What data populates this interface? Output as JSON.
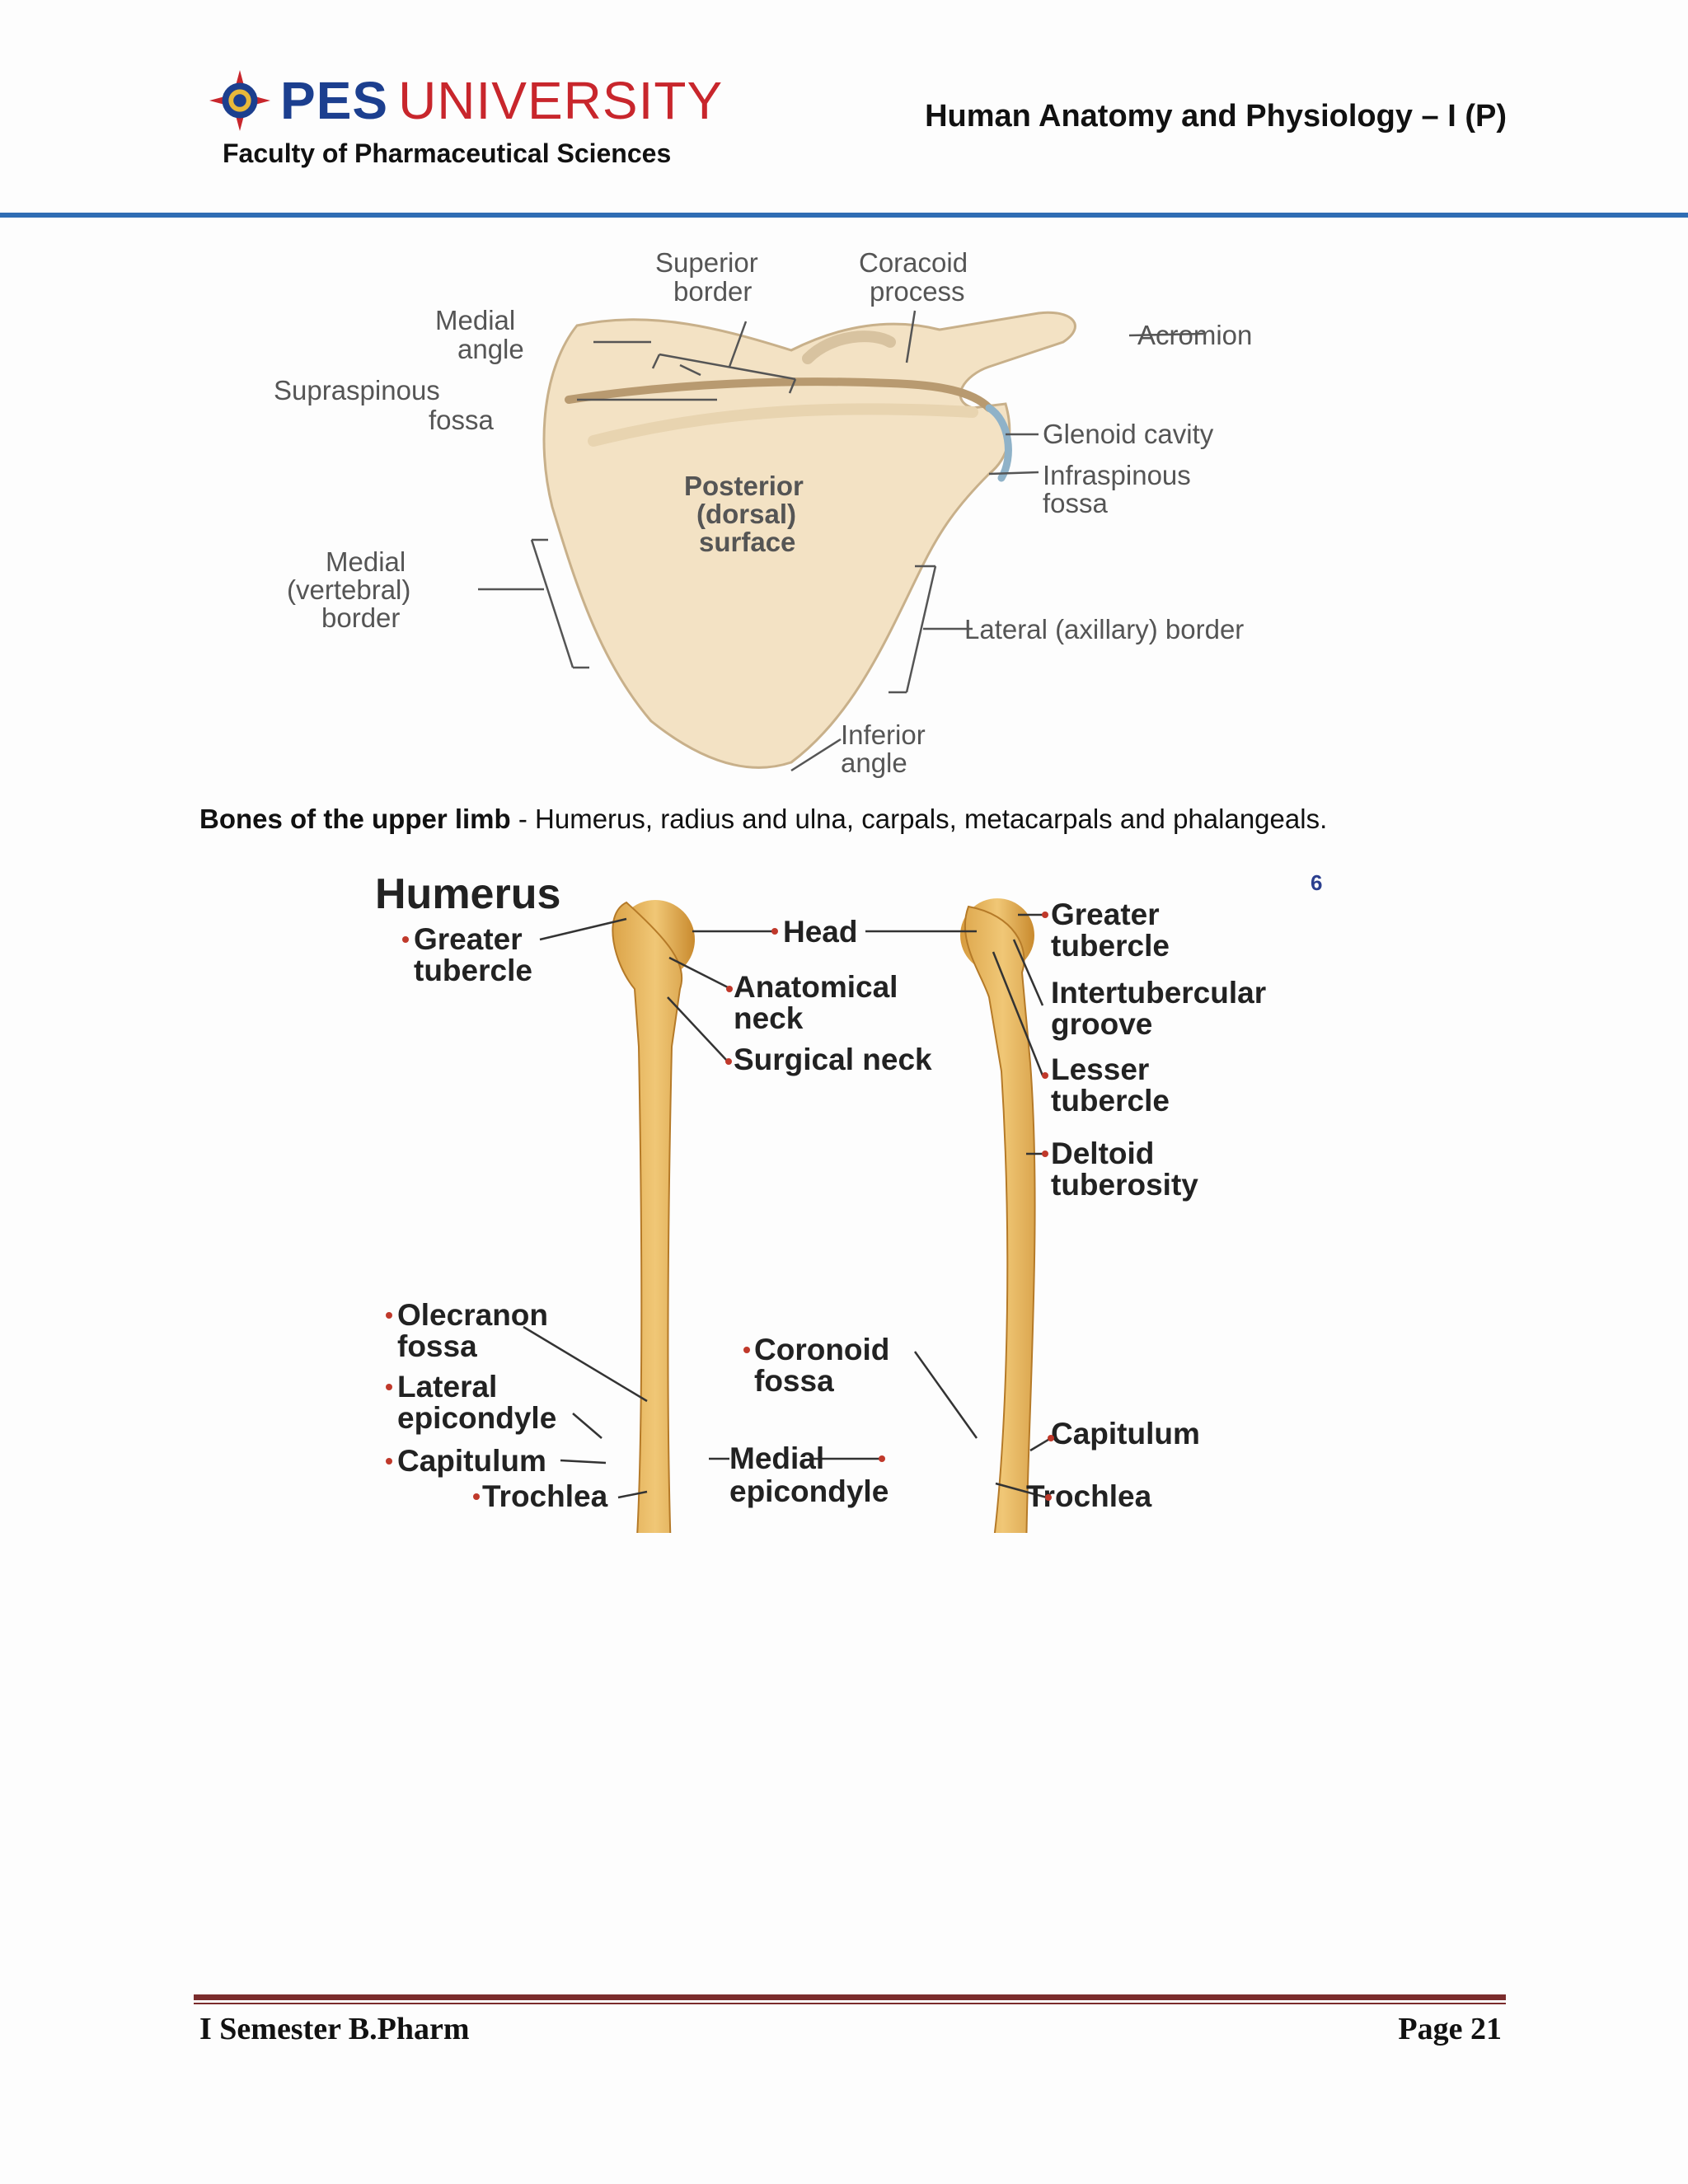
{
  "header": {
    "logo_pes": "PES",
    "logo_university": "UNIVERSITY",
    "faculty": "Faculty of Pharmaceutical Sciences",
    "course_title": "Human Anatomy and Physiology – I (P)"
  },
  "scapula_labels": {
    "superior_border_1": "Superior",
    "superior_border_2": "border",
    "coracoid_1": "Coracoid",
    "coracoid_2": "process",
    "medial_angle_1": "Medial",
    "medial_angle_2": "angle",
    "acromion": "Acromion",
    "supraspinous_1": "Supraspinous",
    "supraspinous_2": "fossa",
    "glenoid": "Glenoid cavity",
    "infraspinous_1": "Infraspinous",
    "infraspinous_2": "fossa",
    "posterior_1": "Posterior",
    "posterior_2": "(dorsal)",
    "posterior_3": "surface",
    "medial_border_1": "Medial",
    "medial_border_2": "(vertebral)",
    "medial_border_3": "border",
    "lateral_border": "Lateral (axillary) border",
    "inferior_1": "Inferior",
    "inferior_2": "angle"
  },
  "caption": {
    "bold": "Bones of the upper limb",
    "rest": " - Humerus, radius and ulna, carpals, metacarpals and phalangeals."
  },
  "humerus_labels": {
    "title": "Humerus",
    "page_marker": "6",
    "greater_tubercle_l1": "Greater",
    "greater_tubercle_l2": "tubercle",
    "head": "Head",
    "anatomical_neck_1": "Anatomical",
    "anatomical_neck_2": "neck",
    "surgical_neck": "Surgical neck",
    "greater_tubercle_r1": "Greater",
    "greater_tubercle_r2": "tubercle",
    "intertubercular_1": "Intertubercular",
    "intertubercular_2": "groove",
    "lesser_tubercle_1": "Lesser",
    "lesser_tubercle_2": "tubercle",
    "deltoid_1": "Deltoid",
    "deltoid_2": "tuberosity",
    "olecranon_1": "Olecranon",
    "olecranon_2": "fossa",
    "lateral_epi_1": "Lateral",
    "lateral_epi_2": "epicondyle",
    "capitulum_l": "Capitulum",
    "trochlea_l": "Trochlea",
    "coronoid_1": "Coronoid",
    "coronoid_2": "fossa",
    "medial_epi_1": "Medial",
    "medial_epi_2": "epicondyle",
    "capitulum_r": "Capitulum",
    "trochlea_r": "Trochlea"
  },
  "footer": {
    "left": "I Semester B.Pharm",
    "right": "Page 21"
  }
}
